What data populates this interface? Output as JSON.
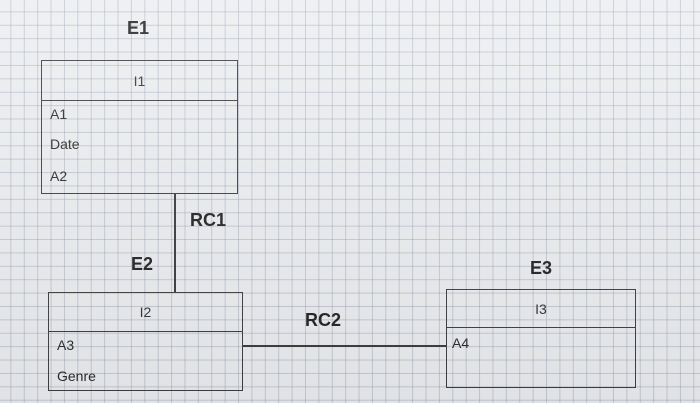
{
  "entities": {
    "e1": {
      "name": "E1",
      "identifier": "I1",
      "attributes": [
        "A1",
        "Date",
        "A2"
      ]
    },
    "e2": {
      "name": "E2",
      "identifier": "I2",
      "attributes": [
        "A3",
        "Genre"
      ]
    },
    "e3": {
      "name": "E3",
      "identifier": "I3",
      "attributes": [
        "A4"
      ]
    }
  },
  "relationships": {
    "rc1": {
      "name": "RC1",
      "connects": [
        "E1",
        "E2"
      ]
    },
    "rc2": {
      "name": "RC2",
      "connects": [
        "E2",
        "E3"
      ]
    }
  }
}
